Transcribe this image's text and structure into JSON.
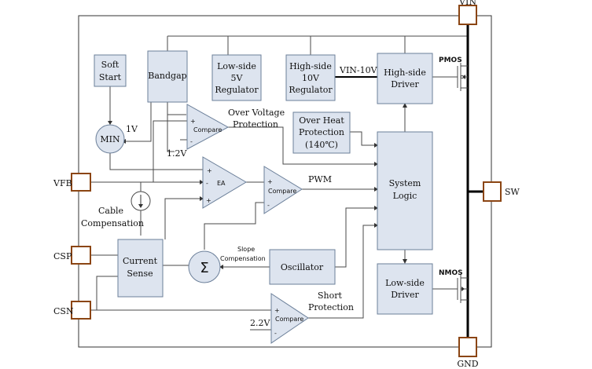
{
  "pins": {
    "vin": "VIN",
    "vfb": "VFB",
    "csp": "CSP",
    "csn": "CSN",
    "sw": "SW",
    "gnd": "GND"
  },
  "blocks": {
    "soft_start": [
      "Soft",
      "Start"
    ],
    "bandgap": "Bandgap",
    "lowside_reg": [
      "Low-side",
      "5V",
      "Regulator"
    ],
    "highside_reg": [
      "High-side",
      "10V",
      "Regulator"
    ],
    "highside_driver": [
      "High-side",
      "Driver"
    ],
    "over_heat": [
      "Over Heat",
      "Protection",
      "(140℃)"
    ],
    "system_logic": [
      "System",
      "Logic"
    ],
    "lowside_driver": [
      "Low-side",
      "Driver"
    ],
    "current_sense": [
      "Current",
      "Sense"
    ],
    "oscillator": "Oscillator",
    "min": "MIN",
    "sigma": "Σ"
  },
  "amps": {
    "compare_ov": "Compare",
    "ea": "EA",
    "compare_pwm": "Compare",
    "compare_sp": "Compare"
  },
  "labels": {
    "vin_10v": "VIN-10V",
    "pmos": "PMOS",
    "nmos": "NMOS",
    "over_voltage": [
      "Over Voltage",
      "Protection"
    ],
    "pwm": "PWM",
    "v1": "1V",
    "v12": "1.2V",
    "v22": "2.2V",
    "cable_comp": [
      "Cable",
      "Compensation"
    ],
    "slope_comp": [
      "Slope",
      "Compensation"
    ],
    "short_prot": [
      "Short",
      "Protection"
    ],
    "plus": "+",
    "minus": "−",
    "minus_h": "-"
  }
}
